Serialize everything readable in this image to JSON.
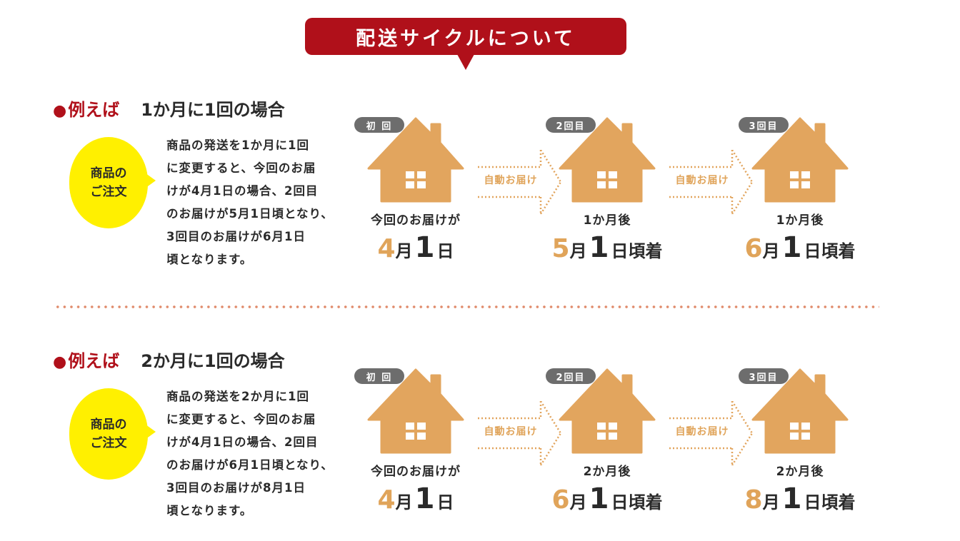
{
  "title": "配送サイクルについて",
  "colors": {
    "title_bg": "#b0101a",
    "accent_red": "#b0101a",
    "house": "#e2a55e",
    "bubble": "#fff000",
    "badge": "#6d6d6d",
    "divider_dots": "#e08a6a"
  },
  "sections": [
    {
      "heading_lead": "例えば",
      "heading_bullet": "●",
      "heading_sub": "1か月に1回の場合",
      "bubble_lines": [
        "商品の",
        "ご注文"
      ],
      "description_lines": [
        "商品の発送を1か月に1回",
        "に変更すると、今回のお届",
        "けが4月1日の場合、2回目",
        "のお届けが5月1日頃となり、",
        "3回目のお届けが6月1日",
        "頃となります。"
      ],
      "arrows": [
        {
          "label": "自動お届け"
        },
        {
          "label": "自動お届け"
        }
      ],
      "stages": [
        {
          "badge": "初 回",
          "caption": "今回のお届けが",
          "month": "4",
          "month_suffix": "月",
          "day": "1",
          "date_suffix": "日"
        },
        {
          "badge": "2回目",
          "caption": "1か月後",
          "month": "5",
          "month_suffix": "月",
          "day": "1",
          "date_suffix": "日頃着"
        },
        {
          "badge": "3回目",
          "caption": "1か月後",
          "month": "6",
          "month_suffix": "月",
          "day": "1",
          "date_suffix": "日頃着"
        }
      ]
    },
    {
      "heading_lead": "例えば",
      "heading_bullet": "●",
      "heading_sub": "2か月に1回の場合",
      "bubble_lines": [
        "商品の",
        "ご注文"
      ],
      "description_lines": [
        "商品の発送を2か月に1回",
        "に変更すると、今回のお届",
        "けが4月1日の場合、2回目",
        "のお届けが6月1日頃となり、",
        "3回目のお届けが8月1日",
        "頃となります。"
      ],
      "arrows": [
        {
          "label": "自動お届け"
        },
        {
          "label": "自動お届け"
        }
      ],
      "stages": [
        {
          "badge": "初 回",
          "caption": "今回のお届けが",
          "month": "4",
          "month_suffix": "月",
          "day": "1",
          "date_suffix": "日"
        },
        {
          "badge": "2回目",
          "caption": "2か月後",
          "month": "6",
          "month_suffix": "月",
          "day": "1",
          "date_suffix": "日頃着"
        },
        {
          "badge": "3回目",
          "caption": "2か月後",
          "month": "8",
          "month_suffix": "月",
          "day": "1",
          "date_suffix": "日頃着"
        }
      ]
    }
  ]
}
